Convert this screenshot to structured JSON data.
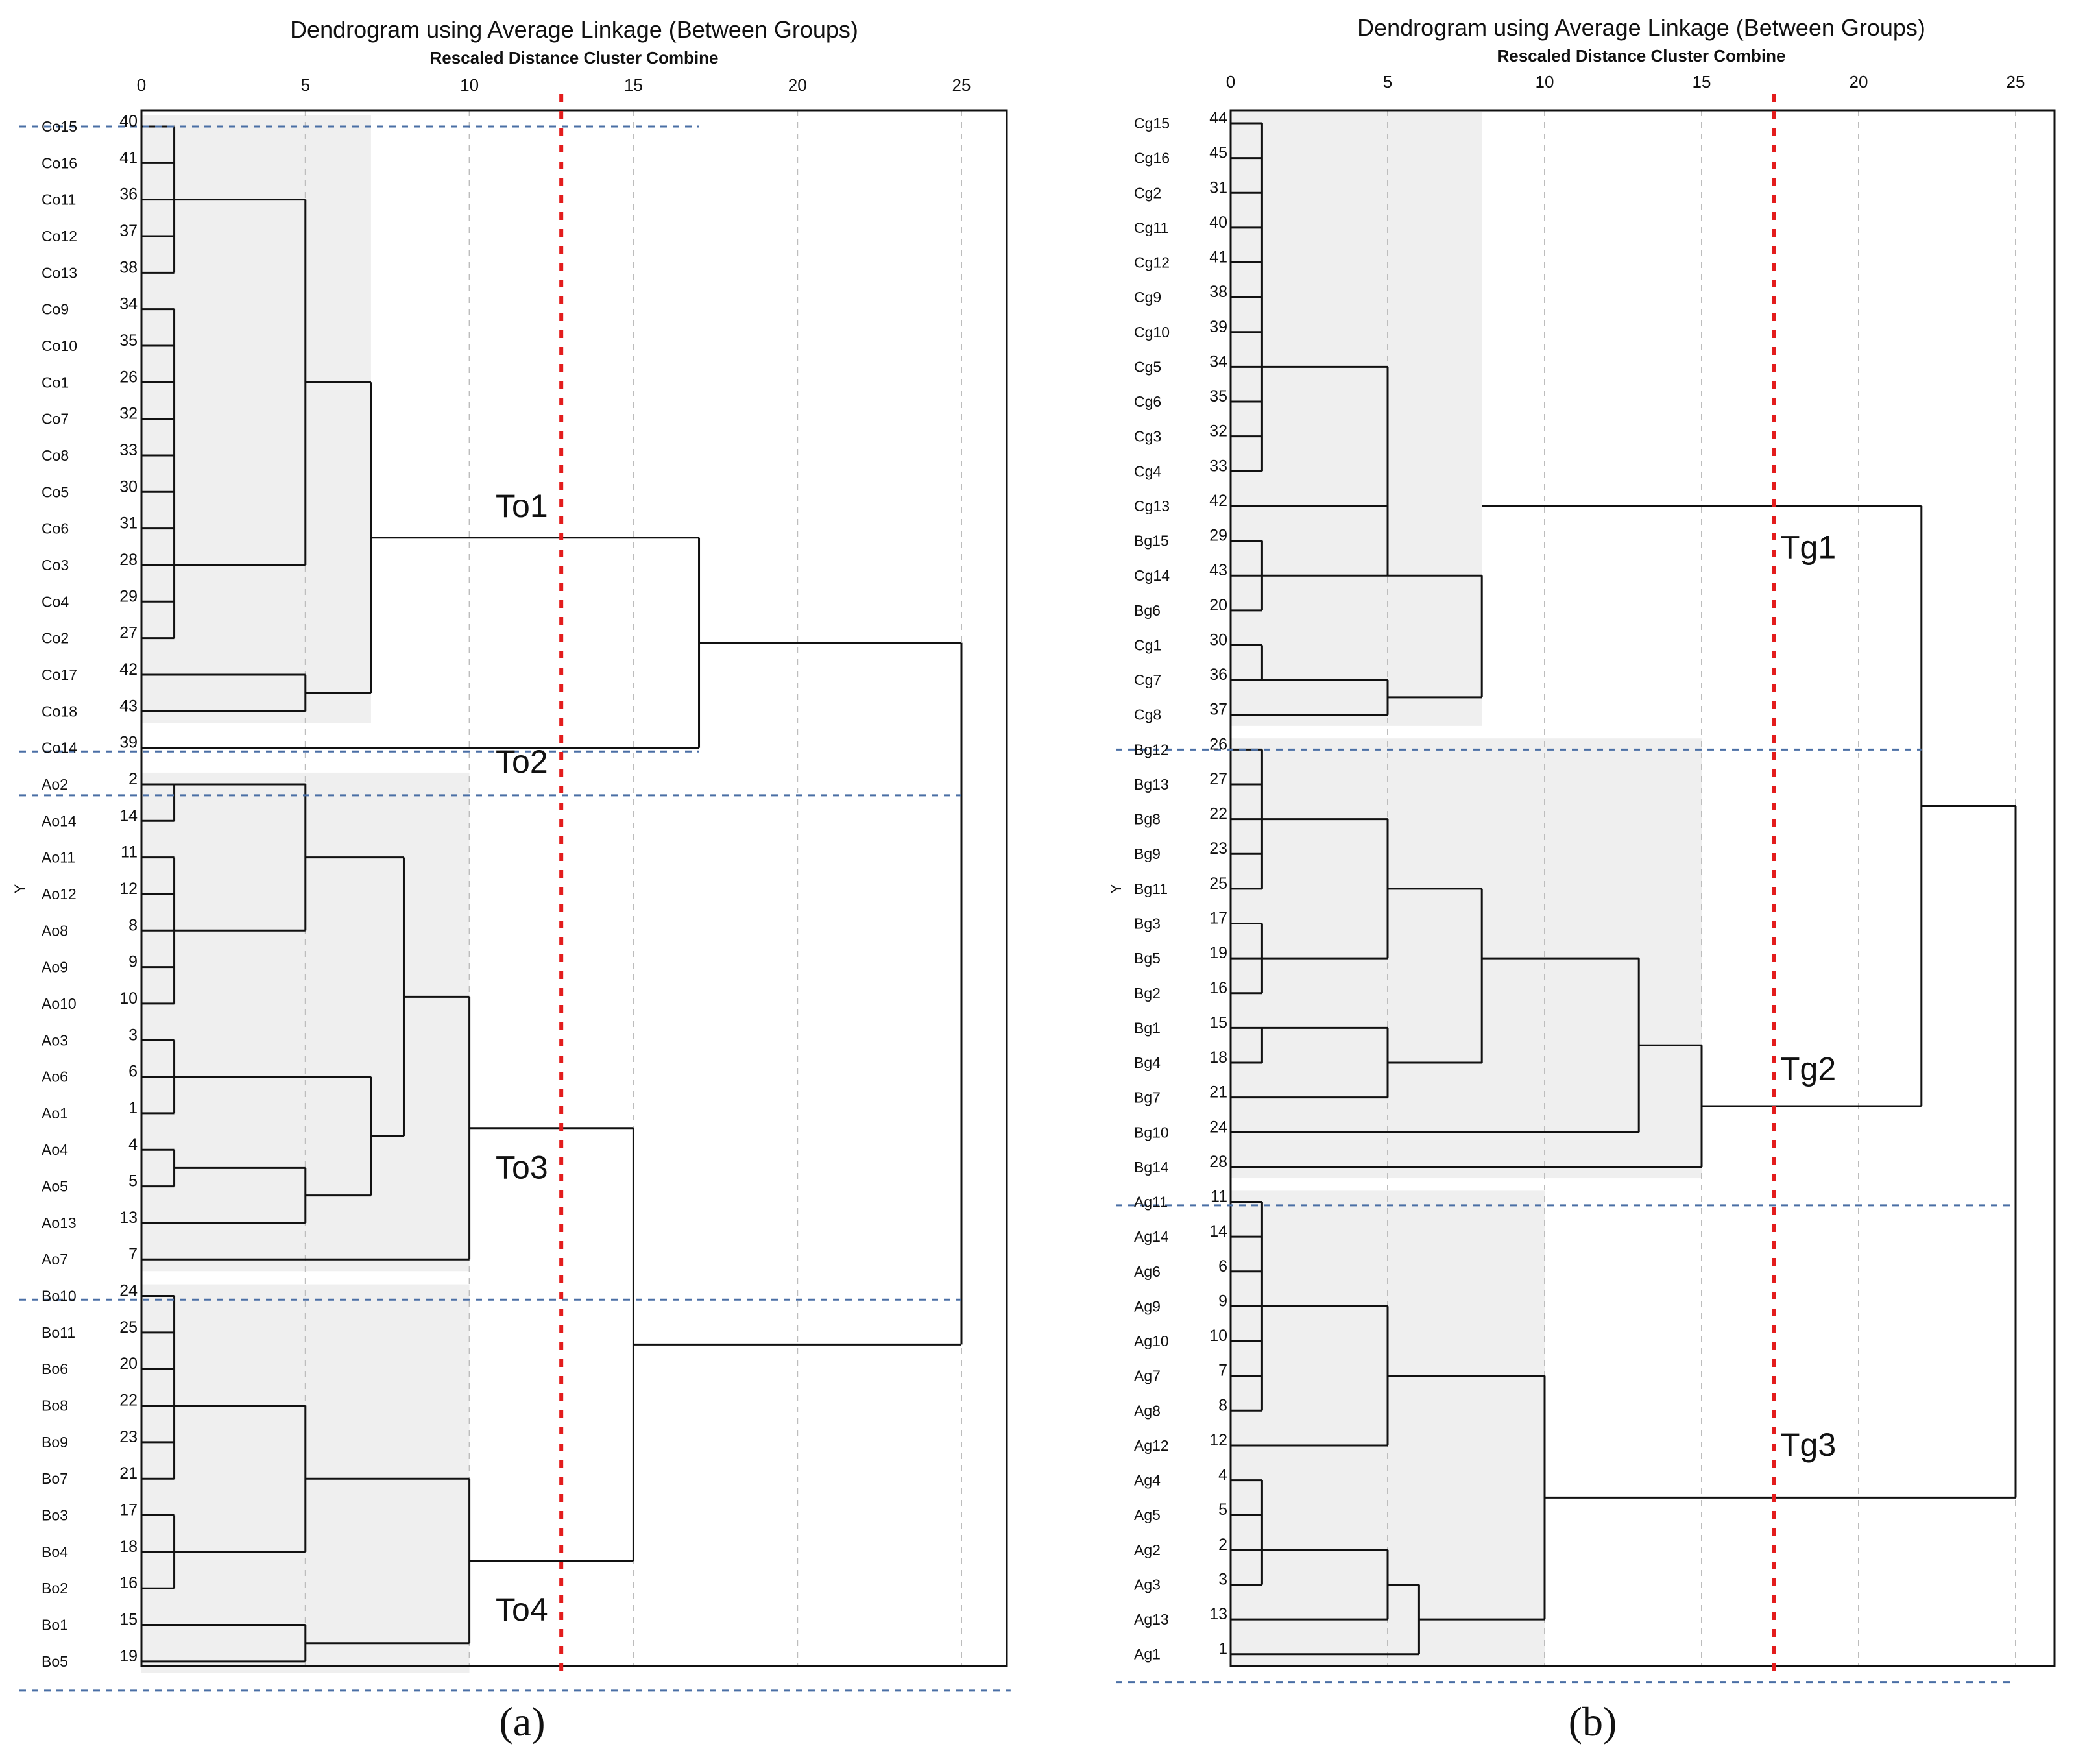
{
  "chart_data": [
    {
      "type": "dendrogram",
      "panel_label": "(a)",
      "title": "Dendrogram using Average Linkage (Between Groups)",
      "subtitle": "Rescaled Distance Cluster Combine",
      "ylabel": "Y",
      "xlim": [
        0,
        25
      ],
      "x_ticks": [
        0,
        5,
        10,
        15,
        20,
        25
      ],
      "cut_line": 12.8,
      "leaves": [
        {
          "name": "Co15",
          "id": "40"
        },
        {
          "name": "Co16",
          "id": "41"
        },
        {
          "name": "Co11",
          "id": "36"
        },
        {
          "name": "Co12",
          "id": "37"
        },
        {
          "name": "Co13",
          "id": "38"
        },
        {
          "name": "Co9",
          "id": "34"
        },
        {
          "name": "Co10",
          "id": "35"
        },
        {
          "name": "Co1",
          "id": "26"
        },
        {
          "name": "Co7",
          "id": "32"
        },
        {
          "name": "Co8",
          "id": "33"
        },
        {
          "name": "Co5",
          "id": "30"
        },
        {
          "name": "Co6",
          "id": "31"
        },
        {
          "name": "Co3",
          "id": "28"
        },
        {
          "name": "Co4",
          "id": "29"
        },
        {
          "name": "Co2",
          "id": "27"
        },
        {
          "name": "Co17",
          "id": "42"
        },
        {
          "name": "Co18",
          "id": "43"
        },
        {
          "name": "Co14",
          "id": "39"
        },
        {
          "name": "Ao2",
          "id": "2"
        },
        {
          "name": "Ao14",
          "id": "14"
        },
        {
          "name": "Ao11",
          "id": "11"
        },
        {
          "name": "Ao12",
          "id": "12"
        },
        {
          "name": "Ao8",
          "id": "8"
        },
        {
          "name": "Ao9",
          "id": "9"
        },
        {
          "name": "Ao10",
          "id": "10"
        },
        {
          "name": "Ao3",
          "id": "3"
        },
        {
          "name": "Ao6",
          "id": "6"
        },
        {
          "name": "Ao1",
          "id": "1"
        },
        {
          "name": "Ao4",
          "id": "4"
        },
        {
          "name": "Ao5",
          "id": "5"
        },
        {
          "name": "Ao13",
          "id": "13"
        },
        {
          "name": "Ao7",
          "id": "7"
        },
        {
          "name": "Bo10",
          "id": "24"
        },
        {
          "name": "Bo11",
          "id": "25"
        },
        {
          "name": "Bo6",
          "id": "20"
        },
        {
          "name": "Bo8",
          "id": "22"
        },
        {
          "name": "Bo9",
          "id": "23"
        },
        {
          "name": "Bo7",
          "id": "21"
        },
        {
          "name": "Bo3",
          "id": "17"
        },
        {
          "name": "Bo4",
          "id": "18"
        },
        {
          "name": "Bo2",
          "id": "16"
        },
        {
          "name": "Bo1",
          "id": "15"
        },
        {
          "name": "Bo5",
          "id": "19"
        }
      ],
      "merges": [
        {
          "id": "C1",
          "h": 1,
          "children": [
            0,
            1,
            2,
            3,
            4
          ],
          "pos": 2
        },
        {
          "id": "C2",
          "h": 1,
          "children": [
            5,
            6,
            7,
            8,
            9,
            10,
            11,
            12,
            13,
            14
          ],
          "pos": 12
        },
        {
          "id": "C3",
          "h": 5,
          "children": [
            "C1",
            "C2"
          ]
        },
        {
          "id": "C4",
          "h": 5,
          "children": [
            15,
            16
          ]
        },
        {
          "id": "C5",
          "h": 7,
          "children": [
            "C3",
            "C4"
          ]
        },
        {
          "id": "C6",
          "h": 17,
          "children": [
            "C5",
            17
          ]
        },
        {
          "id": "A1",
          "h": 1,
          "children": [
            18,
            19
          ],
          "pos": 18
        },
        {
          "id": "A2",
          "h": 1,
          "children": [
            20,
            21,
            22,
            23,
            24
          ],
          "pos": 22
        },
        {
          "id": "A3",
          "h": 5,
          "children": [
            "A1",
            "A2"
          ]
        },
        {
          "id": "A4",
          "h": 1,
          "children": [
            25,
            26,
            27
          ],
          "pos": 26
        },
        {
          "id": "A5",
          "h": 1,
          "children": [
            28,
            29
          ],
          "pos": 28.5
        },
        {
          "id": "A6",
          "h": 5,
          "children": [
            "A5",
            30
          ]
        },
        {
          "id": "A7",
          "h": 7,
          "children": [
            "A4",
            "A6"
          ]
        },
        {
          "id": "A8",
          "h": 8,
          "children": [
            "A3",
            "A7"
          ]
        },
        {
          "id": "A9",
          "h": 10,
          "children": [
            "A8",
            31
          ]
        },
        {
          "id": "B1",
          "h": 1,
          "children": [
            32,
            33,
            34,
            35,
            36,
            37
          ],
          "pos": 35
        },
        {
          "id": "B2",
          "h": 1,
          "children": [
            38,
            39,
            40
          ],
          "pos": 39
        },
        {
          "id": "B3",
          "h": 5,
          "children": [
            "B1",
            "B2"
          ]
        },
        {
          "id": "B4",
          "h": 5,
          "children": [
            41,
            42
          ]
        },
        {
          "id": "B5",
          "h": 10,
          "children": [
            "B3",
            "B4"
          ]
        },
        {
          "id": "AB",
          "h": 15,
          "children": [
            "A9",
            "B5"
          ]
        },
        {
          "id": "ROOT",
          "h": 25,
          "children": [
            "C6",
            "AB"
          ]
        }
      ],
      "shaded_groups": [
        "C5",
        "A9",
        "B5"
      ],
      "cluster_labels": [
        {
          "text": "To1",
          "row": 10.4,
          "x": 10.8
        },
        {
          "text": "To2",
          "row": 17.4,
          "x": 10.8
        },
        {
          "text": "To3",
          "row": 28.5,
          "x": 10.8
        },
        {
          "text": "To4",
          "row": 40.6,
          "x": 10.8
        }
      ],
      "dashed_separators": [
        {
          "after_row": -0.5,
          "to": 17
        },
        {
          "after_row": 16.6,
          "to": 17
        },
        {
          "after_row": 17.8,
          "to": 25
        },
        {
          "after_row": 31.6,
          "to": 25
        },
        {
          "after_row": 42.3,
          "to": 26.5
        }
      ]
    },
    {
      "type": "dendrogram",
      "panel_label": "(b)",
      "title": "Dendrogram using Average Linkage (Between Groups)",
      "subtitle": "Rescaled Distance Cluster Combine",
      "ylabel": "Y",
      "xlim": [
        0,
        25
      ],
      "x_ticks": [
        0,
        5,
        10,
        15,
        20,
        25
      ],
      "cut_line": 17.3,
      "leaves": [
        {
          "name": "Cg15",
          "id": "44"
        },
        {
          "name": "Cg16",
          "id": "45"
        },
        {
          "name": "Cg2",
          "id": "31"
        },
        {
          "name": "Cg11",
          "id": "40"
        },
        {
          "name": "Cg12",
          "id": "41"
        },
        {
          "name": "Cg9",
          "id": "38"
        },
        {
          "name": "Cg10",
          "id": "39"
        },
        {
          "name": "Cg5",
          "id": "34"
        },
        {
          "name": "Cg6",
          "id": "35"
        },
        {
          "name": "Cg3",
          "id": "32"
        },
        {
          "name": "Cg4",
          "id": "33"
        },
        {
          "name": "Cg13",
          "id": "42"
        },
        {
          "name": "Bg15",
          "id": "29"
        },
        {
          "name": "Cg14",
          "id": "43"
        },
        {
          "name": "Bg6",
          "id": "20"
        },
        {
          "name": "Cg1",
          "id": "30"
        },
        {
          "name": "Cg7",
          "id": "36"
        },
        {
          "name": "Cg8",
          "id": "37"
        },
        {
          "name": "Bg12",
          "id": "26"
        },
        {
          "name": "Bg13",
          "id": "27"
        },
        {
          "name": "Bg8",
          "id": "22"
        },
        {
          "name": "Bg9",
          "id": "23"
        },
        {
          "name": "Bg11",
          "id": "25"
        },
        {
          "name": "Bg3",
          "id": "17"
        },
        {
          "name": "Bg5",
          "id": "19"
        },
        {
          "name": "Bg2",
          "id": "16"
        },
        {
          "name": "Bg1",
          "id": "15"
        },
        {
          "name": "Bg4",
          "id": "18"
        },
        {
          "name": "Bg7",
          "id": "21"
        },
        {
          "name": "Bg10",
          "id": "24"
        },
        {
          "name": "Bg14",
          "id": "28"
        },
        {
          "name": "Ag11",
          "id": "11"
        },
        {
          "name": "Ag14",
          "id": "14"
        },
        {
          "name": "Ag6",
          "id": "6"
        },
        {
          "name": "Ag9",
          "id": "9"
        },
        {
          "name": "Ag10",
          "id": "10"
        },
        {
          "name": "Ag7",
          "id": "7"
        },
        {
          "name": "Ag8",
          "id": "8"
        },
        {
          "name": "Ag12",
          "id": "12"
        },
        {
          "name": "Ag4",
          "id": "4"
        },
        {
          "name": "Ag5",
          "id": "5"
        },
        {
          "name": "Ag2",
          "id": "2"
        },
        {
          "name": "Ag3",
          "id": "3"
        },
        {
          "name": "Ag13",
          "id": "13"
        },
        {
          "name": "Ag1",
          "id": "1"
        }
      ],
      "merges": [
        {
          "id": "G1",
          "h": 1,
          "children": [
            0,
            1,
            2,
            3,
            4,
            5,
            6,
            7,
            8,
            9,
            10
          ],
          "pos": 7
        },
        {
          "id": "G2",
          "h": 1,
          "children": [
            12,
            13,
            14
          ],
          "pos": 13
        },
        {
          "id": "G3",
          "h": 5,
          "children": [
            "G1",
            11,
            "G2"
          ],
          "pos": 13
        },
        {
          "id": "G4",
          "h": 1,
          "children": [
            15,
            16
          ],
          "pos": 16
        },
        {
          "id": "G5",
          "h": 5,
          "children": [
            "G4",
            17
          ]
        },
        {
          "id": "G6",
          "h": 8,
          "children": [
            "G3",
            "G5"
          ],
          "pos": 11
        },
        {
          "id": "H1",
          "h": 1,
          "children": [
            18,
            19,
            20,
            21,
            22
          ],
          "pos": 20
        },
        {
          "id": "H2",
          "h": 1,
          "children": [
            23,
            24,
            25
          ],
          "pos": 24
        },
        {
          "id": "H3",
          "h": 5,
          "children": [
            "H1",
            "H2"
          ],
          "pos": 22
        },
        {
          "id": "H4",
          "h": 1,
          "children": [
            26,
            27
          ],
          "pos": 26
        },
        {
          "id": "H5",
          "h": 5,
          "children": [
            "H4",
            28
          ]
        },
        {
          "id": "H6",
          "h": 8,
          "children": [
            "H3",
            "H5"
          ],
          "pos": 24
        },
        {
          "id": "H7",
          "h": 13,
          "children": [
            "H6",
            29
          ]
        },
        {
          "id": "H8",
          "h": 15,
          "children": [
            "H7",
            30
          ]
        },
        {
          "id": "GH",
          "h": 22,
          "children": [
            "G6",
            "H8"
          ]
        },
        {
          "id": "I1",
          "h": 1,
          "children": [
            31,
            32,
            33,
            34,
            35,
            36,
            37
          ],
          "pos": 34
        },
        {
          "id": "I2",
          "h": 5,
          "children": [
            "I1",
            38
          ]
        },
        {
          "id": "I3",
          "h": 1,
          "children": [
            39,
            40,
            41,
            42
          ],
          "pos": 41
        },
        {
          "id": "I4",
          "h": 5,
          "children": [
            "I3",
            43
          ]
        },
        {
          "id": "I5",
          "h": 6,
          "children": [
            "I4",
            44
          ]
        },
        {
          "id": "I6",
          "h": 10,
          "children": [
            "I2",
            "I5"
          ]
        },
        {
          "id": "ROOT",
          "h": 25,
          "children": [
            "GH",
            "I6"
          ]
        }
      ],
      "shaded_groups": [
        "G6",
        "H8",
        "I6"
      ],
      "cluster_labels": [
        {
          "text": "Tg1",
          "row": 12.2,
          "x": 17.5
        },
        {
          "text": "Tg2",
          "row": 27.2,
          "x": 17.5
        },
        {
          "text": "Tg3",
          "row": 38.0,
          "x": 17.5
        }
      ],
      "dashed_separators": [
        {
          "after_row": 17.5,
          "to": 22
        },
        {
          "after_row": 30.6,
          "to": 25
        },
        {
          "after_row": 44.3,
          "to": 25
        }
      ]
    }
  ]
}
